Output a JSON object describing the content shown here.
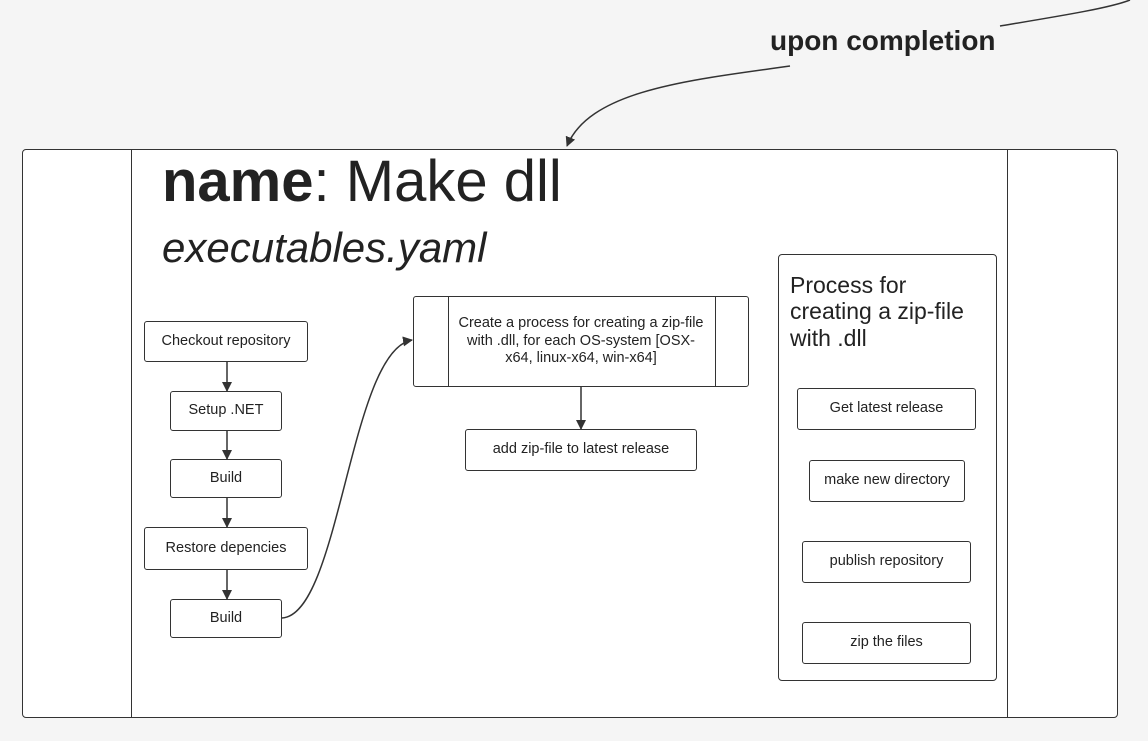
{
  "annotation": "upon completion",
  "header": {
    "name_key": "name",
    "name_sep": ": ",
    "name_value": "Make dll",
    "filename": "executables.yaml"
  },
  "left_steps": [
    "Checkout repository",
    "Setup .NET",
    "Build",
    "Restore depencies",
    "Build"
  ],
  "center": {
    "process": "Create a process for creating a zip-file with .dll, for each OS-system [OSX-x64, linux-x64, win-x64]",
    "add_zip": "add zip-file to latest release"
  },
  "side_panel": {
    "title": "Process for creating a zip-file with .dll",
    "steps": [
      "Get latest release",
      "make new directory",
      "publish repository",
      "zip the files"
    ]
  },
  "colors": {
    "stroke": "#333333",
    "background": "#f5f5f5",
    "surface": "#ffffff"
  }
}
